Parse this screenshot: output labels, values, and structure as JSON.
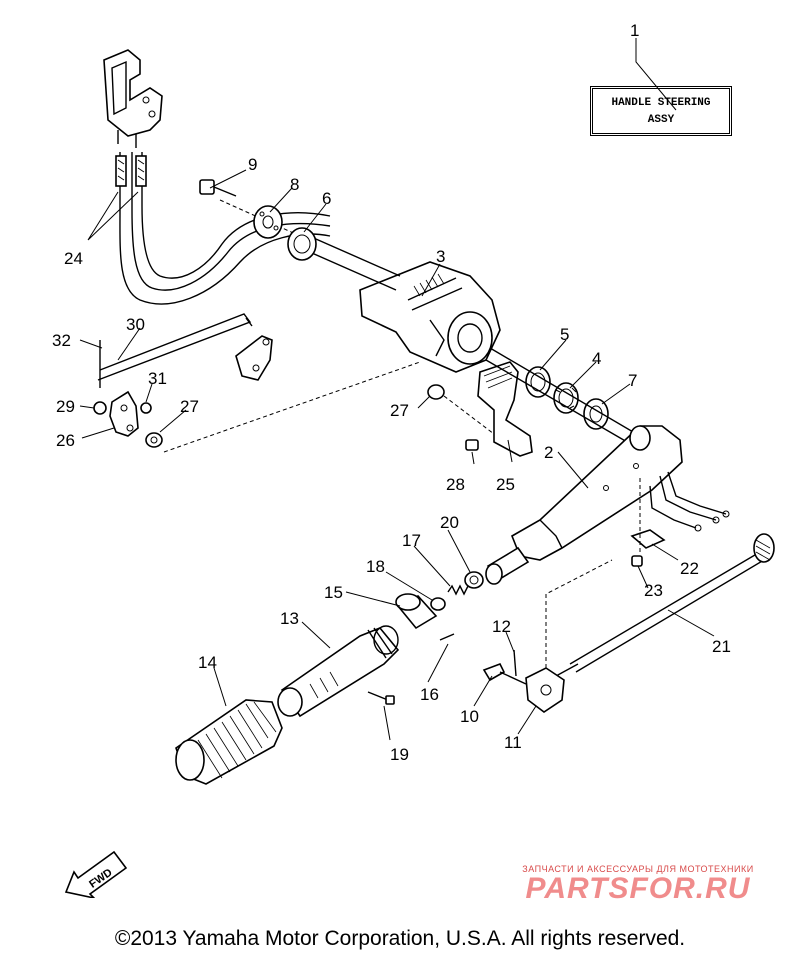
{
  "assy_label": {
    "line1": "HANDLE STEERING",
    "line2": "ASSY"
  },
  "callouts": {
    "p1": "1",
    "p2": "2",
    "p3": "3",
    "p4": "4",
    "p5": "5",
    "p6": "6",
    "p7": "7",
    "p8": "8",
    "p9": "9",
    "p10": "10",
    "p11": "11",
    "p12": "12",
    "p13": "13",
    "p14": "14",
    "p15": "15",
    "p16": "16",
    "p17": "17",
    "p18": "18",
    "p19": "19",
    "p20": "20",
    "p21": "21",
    "p22": "22",
    "p23": "23",
    "p24": "24",
    "p25": "25",
    "p26": "26",
    "p27a": "27",
    "p27b": "27",
    "p28": "28",
    "p29": "29",
    "p30": "30",
    "p31": "31",
    "p32": "32"
  },
  "direction_badge": "FWD",
  "copyright": "©2013 Yamaha Motor Corporation, U.S.A. All rights reserved.",
  "watermark": {
    "tagline": "ЗАПЧАСТИ И АКСЕССУАРЫ ДЛЯ МОТОТЕХНИКИ",
    "logo": "PARTSFOR.RU"
  }
}
